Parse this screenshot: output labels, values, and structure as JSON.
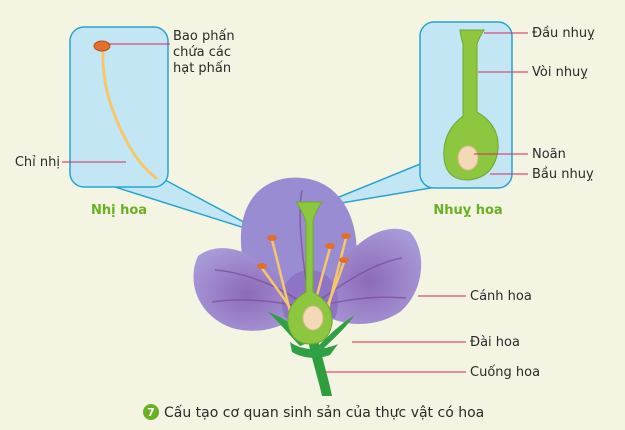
{
  "panels": {
    "stamen": {
      "title": "Nhị hoa"
    },
    "pistil": {
      "title": "Nhuỵ hoa"
    }
  },
  "labels": {
    "anther_line1": "Bao phấn",
    "anther_line2": "chứa các",
    "anther_line3": "hạt phấn",
    "filament": "Chỉ nhị",
    "stigma": "Đầu nhuỵ",
    "style": "Vòi nhuỵ",
    "ovule": "Noãn",
    "ovary": "Bầu nhuỵ",
    "petal": "Cánh hoa",
    "sepal": "Đài hoa",
    "stalk": "Cuống hoa"
  },
  "caption": {
    "number": "7",
    "text": "Cấu tạo cơ quan sinh sản của thực vật có hoa"
  },
  "colors": {
    "background": "#f3f4e2",
    "panel_fill": "#c3e6f4",
    "panel_border": "#2aa3cc",
    "petal": "#9a8cd2",
    "petal_vein": "#7b4a9a",
    "pistil": "#8dc63f",
    "stamen": "#f4c86a",
    "anther": "#e2702c",
    "stem": "#2e9e3e",
    "leader": "#d9255e",
    "accent_green": "#6ab023"
  }
}
